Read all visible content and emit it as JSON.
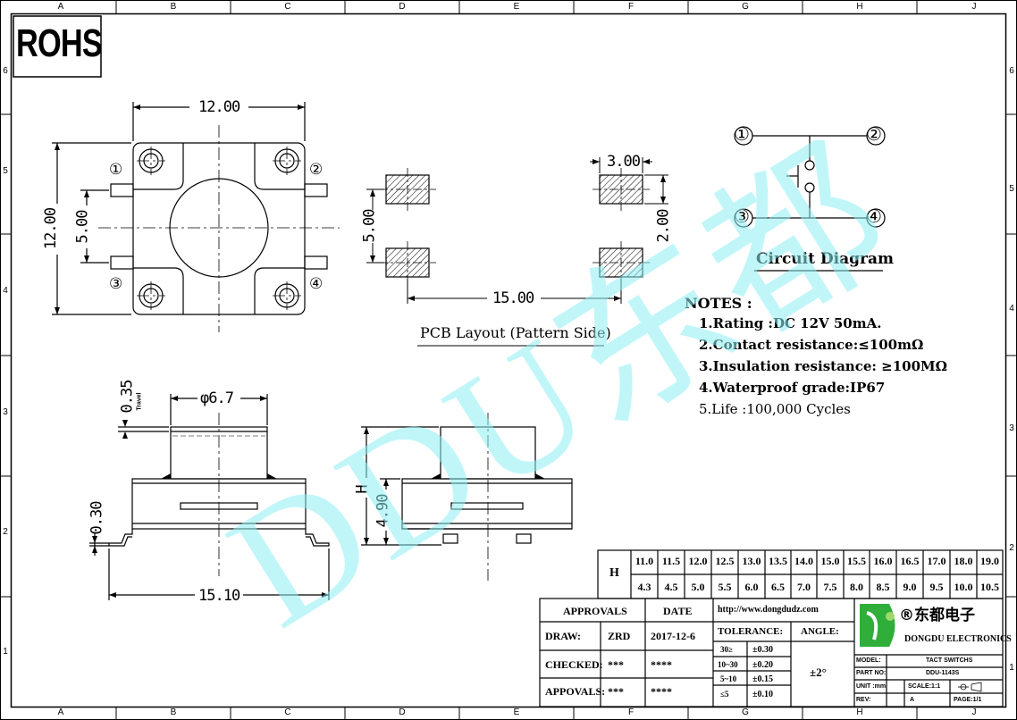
{
  "rohs_label": "ROHS",
  "zones": {
    "columns": [
      "A",
      "B",
      "C",
      "D",
      "E",
      "F",
      "G",
      "H",
      "J"
    ],
    "rows": [
      "6",
      "5",
      "4",
      "3",
      "2",
      "1"
    ]
  },
  "watermark": {
    "text": "DDU东都"
  },
  "top_view": {
    "dim_width": "12.00",
    "dim_height": "12.00",
    "dim_pin_pitch": "5.00",
    "pin_labels": [
      "①",
      "②",
      "③",
      "④"
    ]
  },
  "pcb_layout": {
    "dim_pad_width": "3.00",
    "dim_pad_height": "2.00",
    "dim_pad_pitch_v": "5.00",
    "dim_pad_pitch_h": "15.00",
    "title": "PCB Layout (Pattern Side)"
  },
  "circuit": {
    "title": "Circuit Diagram",
    "labels": [
      "①",
      "②",
      "③",
      "④"
    ]
  },
  "notes": {
    "heading": "NOTES :",
    "items": [
      "1.Rating :DC 12V 50mA.",
      "2.Contact resistance:≤100mΩ",
      "3.Insulation resistance: ≥100MΩ",
      "4.Waterproof grade:IP67",
      "5.Life :100,000 Cycles"
    ]
  },
  "side_view": {
    "dim_travel": "0.35",
    "travel_label": "Travel",
    "dim_stem_dia": "φ6.7",
    "dim_lead_thickness": "0.30",
    "dim_overall_length": "15.10",
    "dim_h": "H",
    "dim_body_height": "4.90"
  },
  "h_table": {
    "header": "H",
    "h_values": [
      "11.0",
      "11.5",
      "12.0",
      "12.5",
      "13.0",
      "13.5",
      "14.0",
      "15.0",
      "15.5",
      "16.0",
      "16.5",
      "17.0",
      "18.0",
      "19.0"
    ],
    "stem_values": [
      "4.3",
      "4.5",
      "5.0",
      "5.5",
      "6.0",
      "6.5",
      "7.0",
      "7.5",
      "8.0",
      "8.5",
      "9.0",
      "9.5",
      "10.0",
      "10.5"
    ]
  },
  "title_block": {
    "approvals": "APPROVALS",
    "date_header": "DATE",
    "draw_label": "DRAW:",
    "draw_by": "ZRD",
    "draw_date": "2017-12-6",
    "checked_label": "CHECKED:",
    "checked_by": "***",
    "checked_date": "****",
    "appovals_label": "APPOVALS:",
    "appovals_by": "***",
    "appovals_date": "****",
    "website": "http://www.dongdudz.com",
    "tolerance_label": "TOLERANCE:",
    "angle_label": "ANGLE:",
    "tolerances": [
      {
        "range": "30≥",
        "value": "±0.30"
      },
      {
        "range": "10~30",
        "value": "±0.20"
      },
      {
        "range": "5~10",
        "value": "±0.15"
      },
      {
        "range": "≤5",
        "value": "±0.10"
      }
    ],
    "angle_value": "±2°",
    "company_cn": "®东都电子",
    "company_en": "DONGDU ELECTRONICS",
    "model_label": "MODEL:",
    "model_value": "TACT SWITCHS",
    "part_label": "PART NO:",
    "part_value": "DDU-1143S",
    "unit_label": "UNIT :mm",
    "scale_label": "SCALE:1:1",
    "rev_label": "REV:",
    "rev_value": "A",
    "page_label": "PAGE:1/1",
    "colors": {
      "logo_green": "#2fae3a",
      "watermark": "#8ff0f5"
    }
  }
}
